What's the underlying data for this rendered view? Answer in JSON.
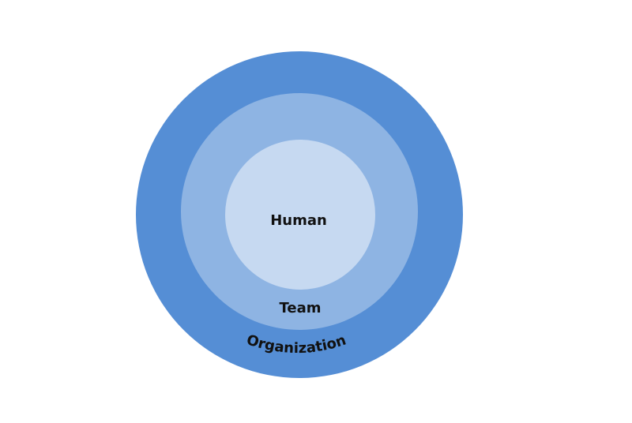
{
  "diagram": {
    "type": "concentric-circles",
    "layers": [
      {
        "label": "Organization",
        "color": "#558ed5"
      },
      {
        "label": "Team",
        "color": "#8eb4e3"
      },
      {
        "label": "Human",
        "color": "#c6d9f1"
      }
    ]
  }
}
